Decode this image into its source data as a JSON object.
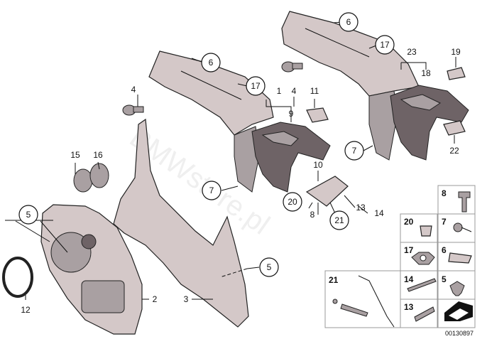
{
  "watermark": "BMWstore.pl",
  "doc_number": "00130897",
  "callouts": {
    "c6a": "6",
    "c17a": "17",
    "c6b": "6",
    "c17b": "17",
    "c7a": "7",
    "c7b": "7",
    "c5a": "5",
    "c5b": "5",
    "c20": "20",
    "c21": "21"
  },
  "labels": {
    "l23": "23",
    "l18": "18",
    "l19": "19",
    "l4a": "4",
    "l4b": "4",
    "l1": "1",
    "l9": "9",
    "l11": "11",
    "l10": "10",
    "l8": "8",
    "l13": "13",
    "l14": "14",
    "l15": "15",
    "l16": "16",
    "l22": "22",
    "l12": "12",
    "l2": "2",
    "l3": "3"
  },
  "legend": [
    {
      "id": "8"
    },
    {
      "id": "20"
    },
    {
      "id": "7"
    },
    {
      "id": "17"
    },
    {
      "id": "6"
    },
    {
      "id": "5"
    },
    {
      "id": "21"
    },
    {
      "id": "14"
    },
    {
      "id": "13"
    }
  ]
}
